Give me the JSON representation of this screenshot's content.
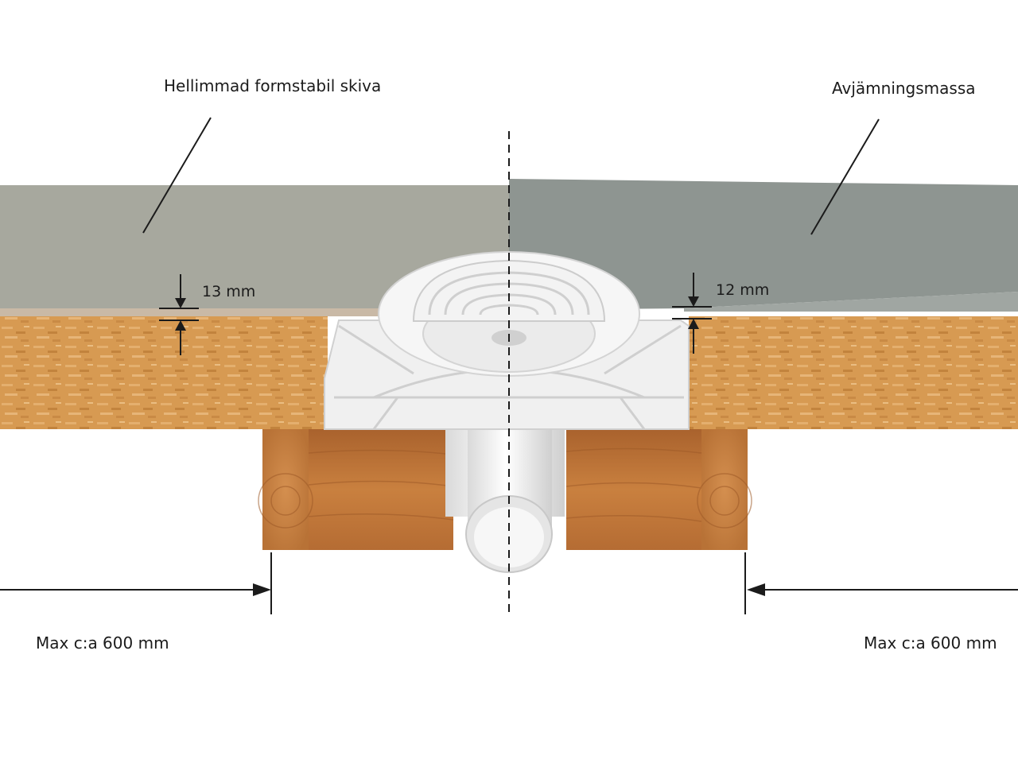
{
  "labels": {
    "left_layer": "Hellimmad formstabil skiva",
    "right_layer": "Avjämningsmassa",
    "left_thickness": "13 mm",
    "right_thickness": "12 mm",
    "left_span": "Max c:a 600 mm",
    "right_span": "Max c:a 600 mm"
  },
  "colors": {
    "board_left": "#a7a89e",
    "board_right": "#8e9591",
    "osb": "#d79a52",
    "joist": "#c47a3e",
    "drain": "#f2f2f2",
    "line": "#1b1b1b"
  }
}
